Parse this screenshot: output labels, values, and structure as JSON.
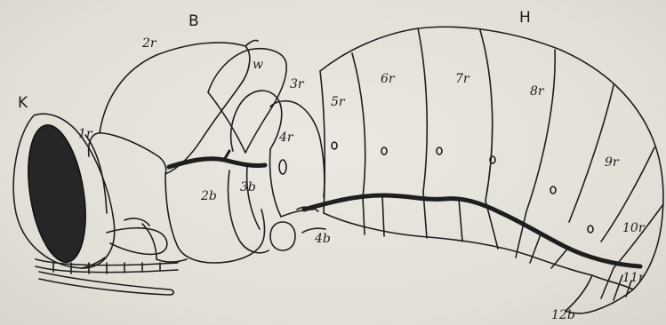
{
  "labels": {
    "head": "K",
    "thorax": "B",
    "abdomen": "H",
    "wing": "w",
    "r1": "1r",
    "r2": "2r",
    "r3": "3r",
    "r4": "4r",
    "r5": "5r",
    "r6": "6r",
    "r7": "7r",
    "r8": "8r",
    "r9": "9r",
    "r10": "10r",
    "r11": "11r",
    "b2": "2b",
    "b3": "3b",
    "b4": "4b",
    "b12": "12b"
  }
}
